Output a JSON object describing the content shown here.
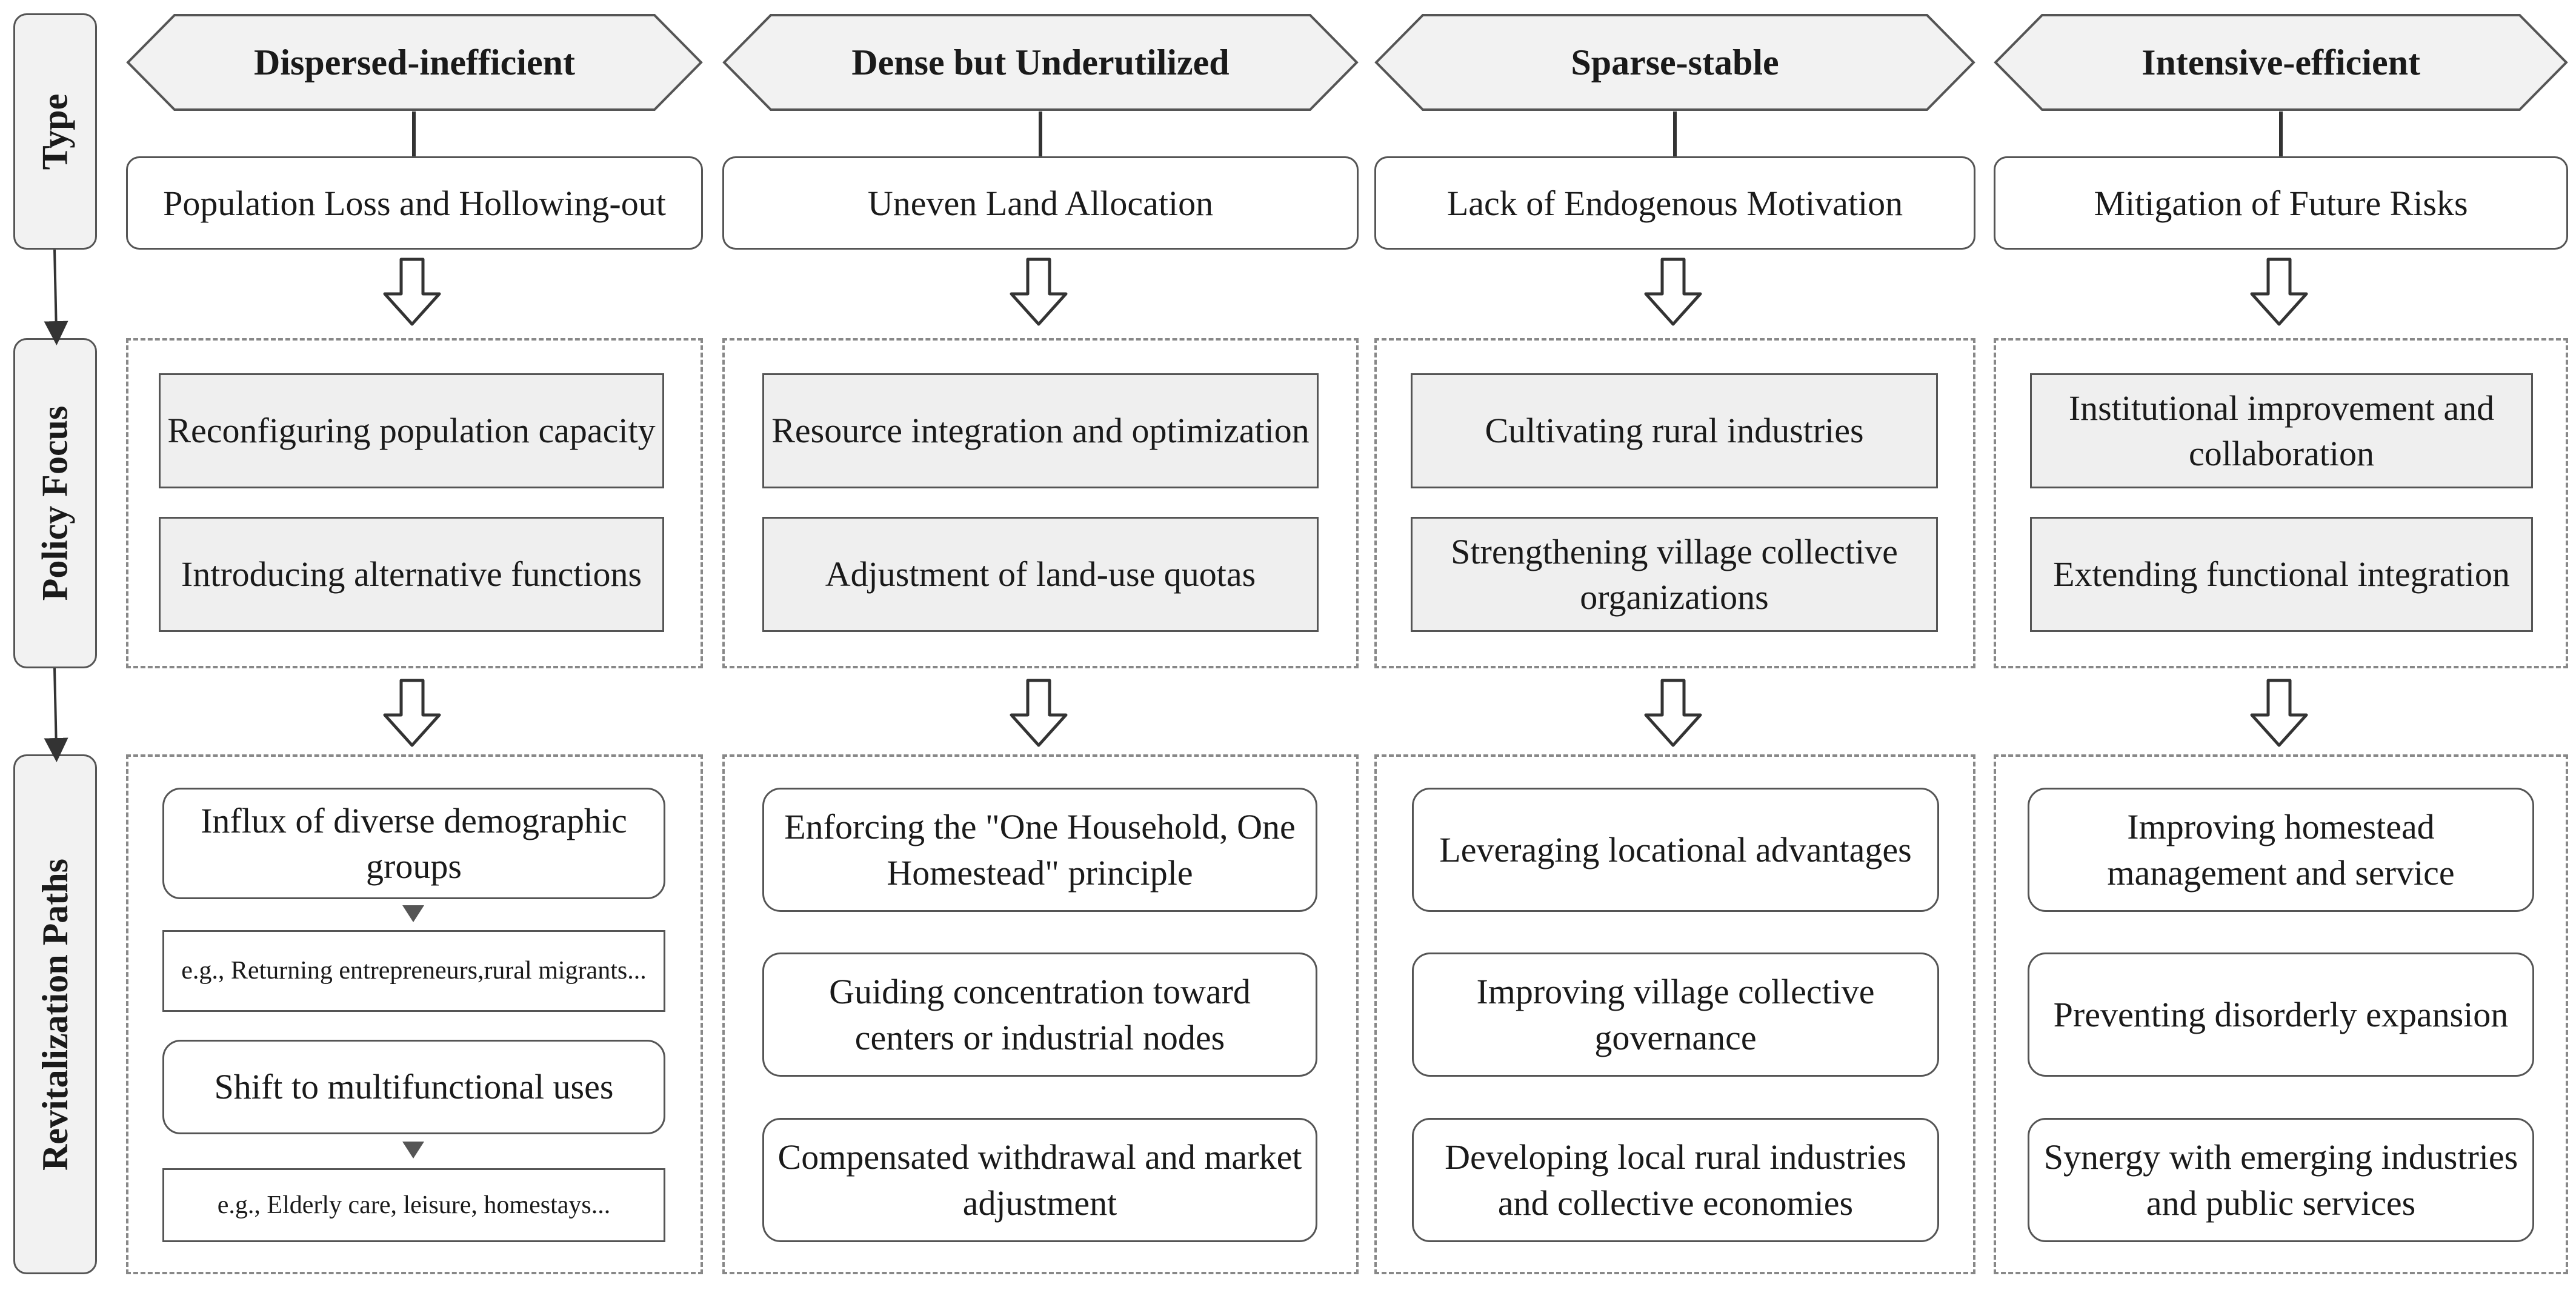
{
  "row_labels": {
    "type": "Type",
    "policy_focus": "Policy Focus",
    "revitalization_paths": "Revitalization  Paths"
  },
  "columns": [
    {
      "type": "Dispersed-inefficient",
      "problem": "Population Loss and Hollowing-out",
      "policy": [
        "Reconfiguring population capacity",
        "Introducing alternative functions"
      ],
      "paths": [
        "Influx of diverse demographic groups",
        "Shift to multifunctional uses"
      ],
      "examples": [
        "e.g., Returning entrepreneurs,rural migrants...",
        "e.g., Elderly care, leisure, homestays..."
      ]
    },
    {
      "type": "Dense but Underutilized",
      "problem": "Uneven Land Allocation",
      "policy": [
        "Resource integration and optimization",
        "Adjustment of land-use quotas"
      ],
      "paths": [
        "Enforcing the \"One Household, One Homestead\" principle",
        "Guiding concentration toward centers or industrial nodes",
        "Compensated withdrawal and market adjustment"
      ]
    },
    {
      "type": "Sparse-stable",
      "problem": "Lack of Endogenous Motivation",
      "policy": [
        "Cultivating rural industries",
        "Strengthening village collective organizations"
      ],
      "paths": [
        "Leveraging locational advantages",
        "Improving village collective governance",
        "Developing local rural industries and collective economies"
      ]
    },
    {
      "type": "Intensive-efficient",
      "problem": "Mitigation of Future Risks",
      "policy": [
        "Institutional improvement and collaboration",
        "Extending functional integration"
      ],
      "paths": [
        "Improving homestead management and service",
        "Preventing disorderly expansion",
        "Synergy with emerging industries and public services"
      ]
    }
  ]
}
